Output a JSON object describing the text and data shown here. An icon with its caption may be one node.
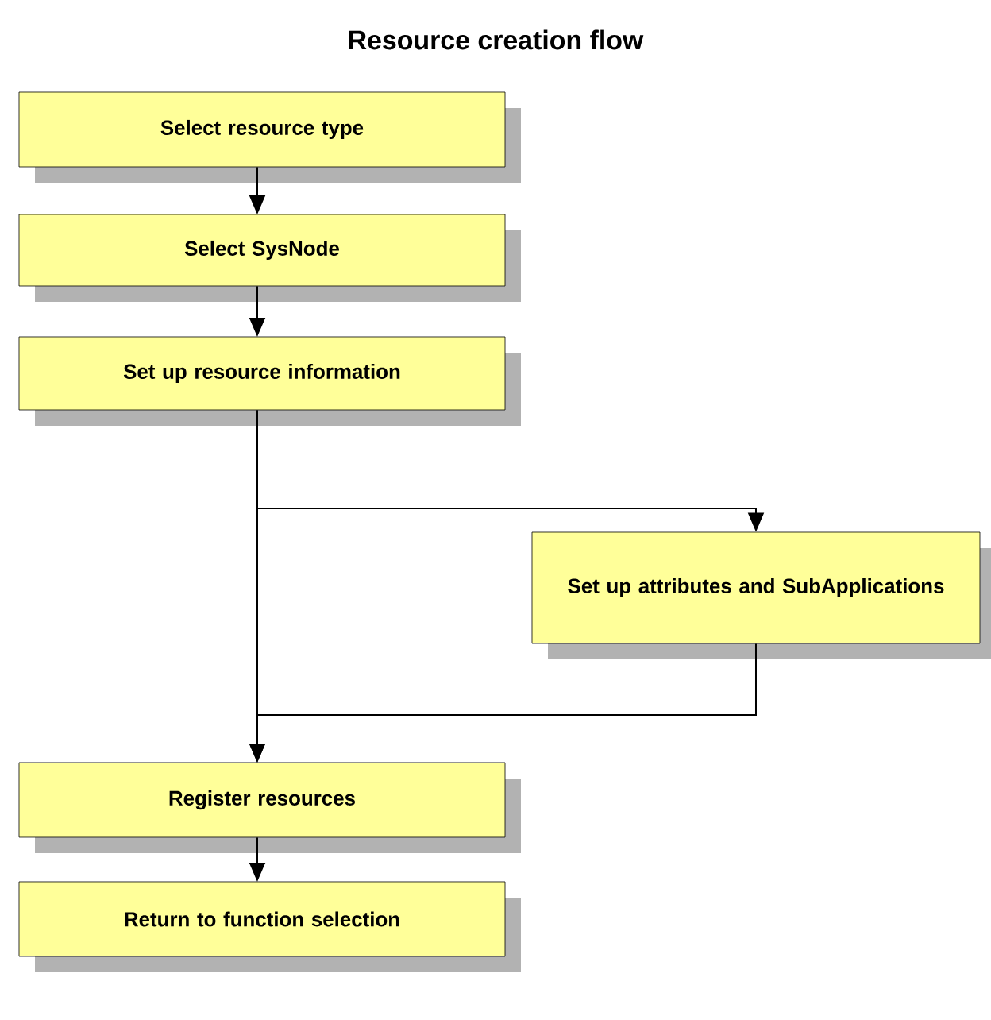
{
  "diagram": {
    "title": "Resource creation flow",
    "nodes": [
      {
        "text": [
          "Select resource type"
        ]
      },
      {
        "text": [
          "Select SysNode"
        ]
      },
      {
        "text": [
          "Set up resource information"
        ]
      },
      {
        "text": [
          "Set up attributes and SubApplications"
        ]
      },
      {
        "text": [
          "Register resources"
        ]
      },
      {
        "text": [
          "Return to function selection"
        ]
      }
    ],
    "edges": [
      {
        "from": 0,
        "to": 1,
        "arrow": "to"
      },
      {
        "from": 1,
        "to": 2,
        "arrow": "to"
      },
      {
        "from": 2,
        "to": 3,
        "arrow": "to"
      },
      {
        "from": 2,
        "to": 4,
        "arrow": "to"
      },
      {
        "from": 3,
        "to": 4,
        "arrow": "to"
      },
      {
        "from": 4,
        "to": 5,
        "arrow": "to"
      }
    ]
  }
}
